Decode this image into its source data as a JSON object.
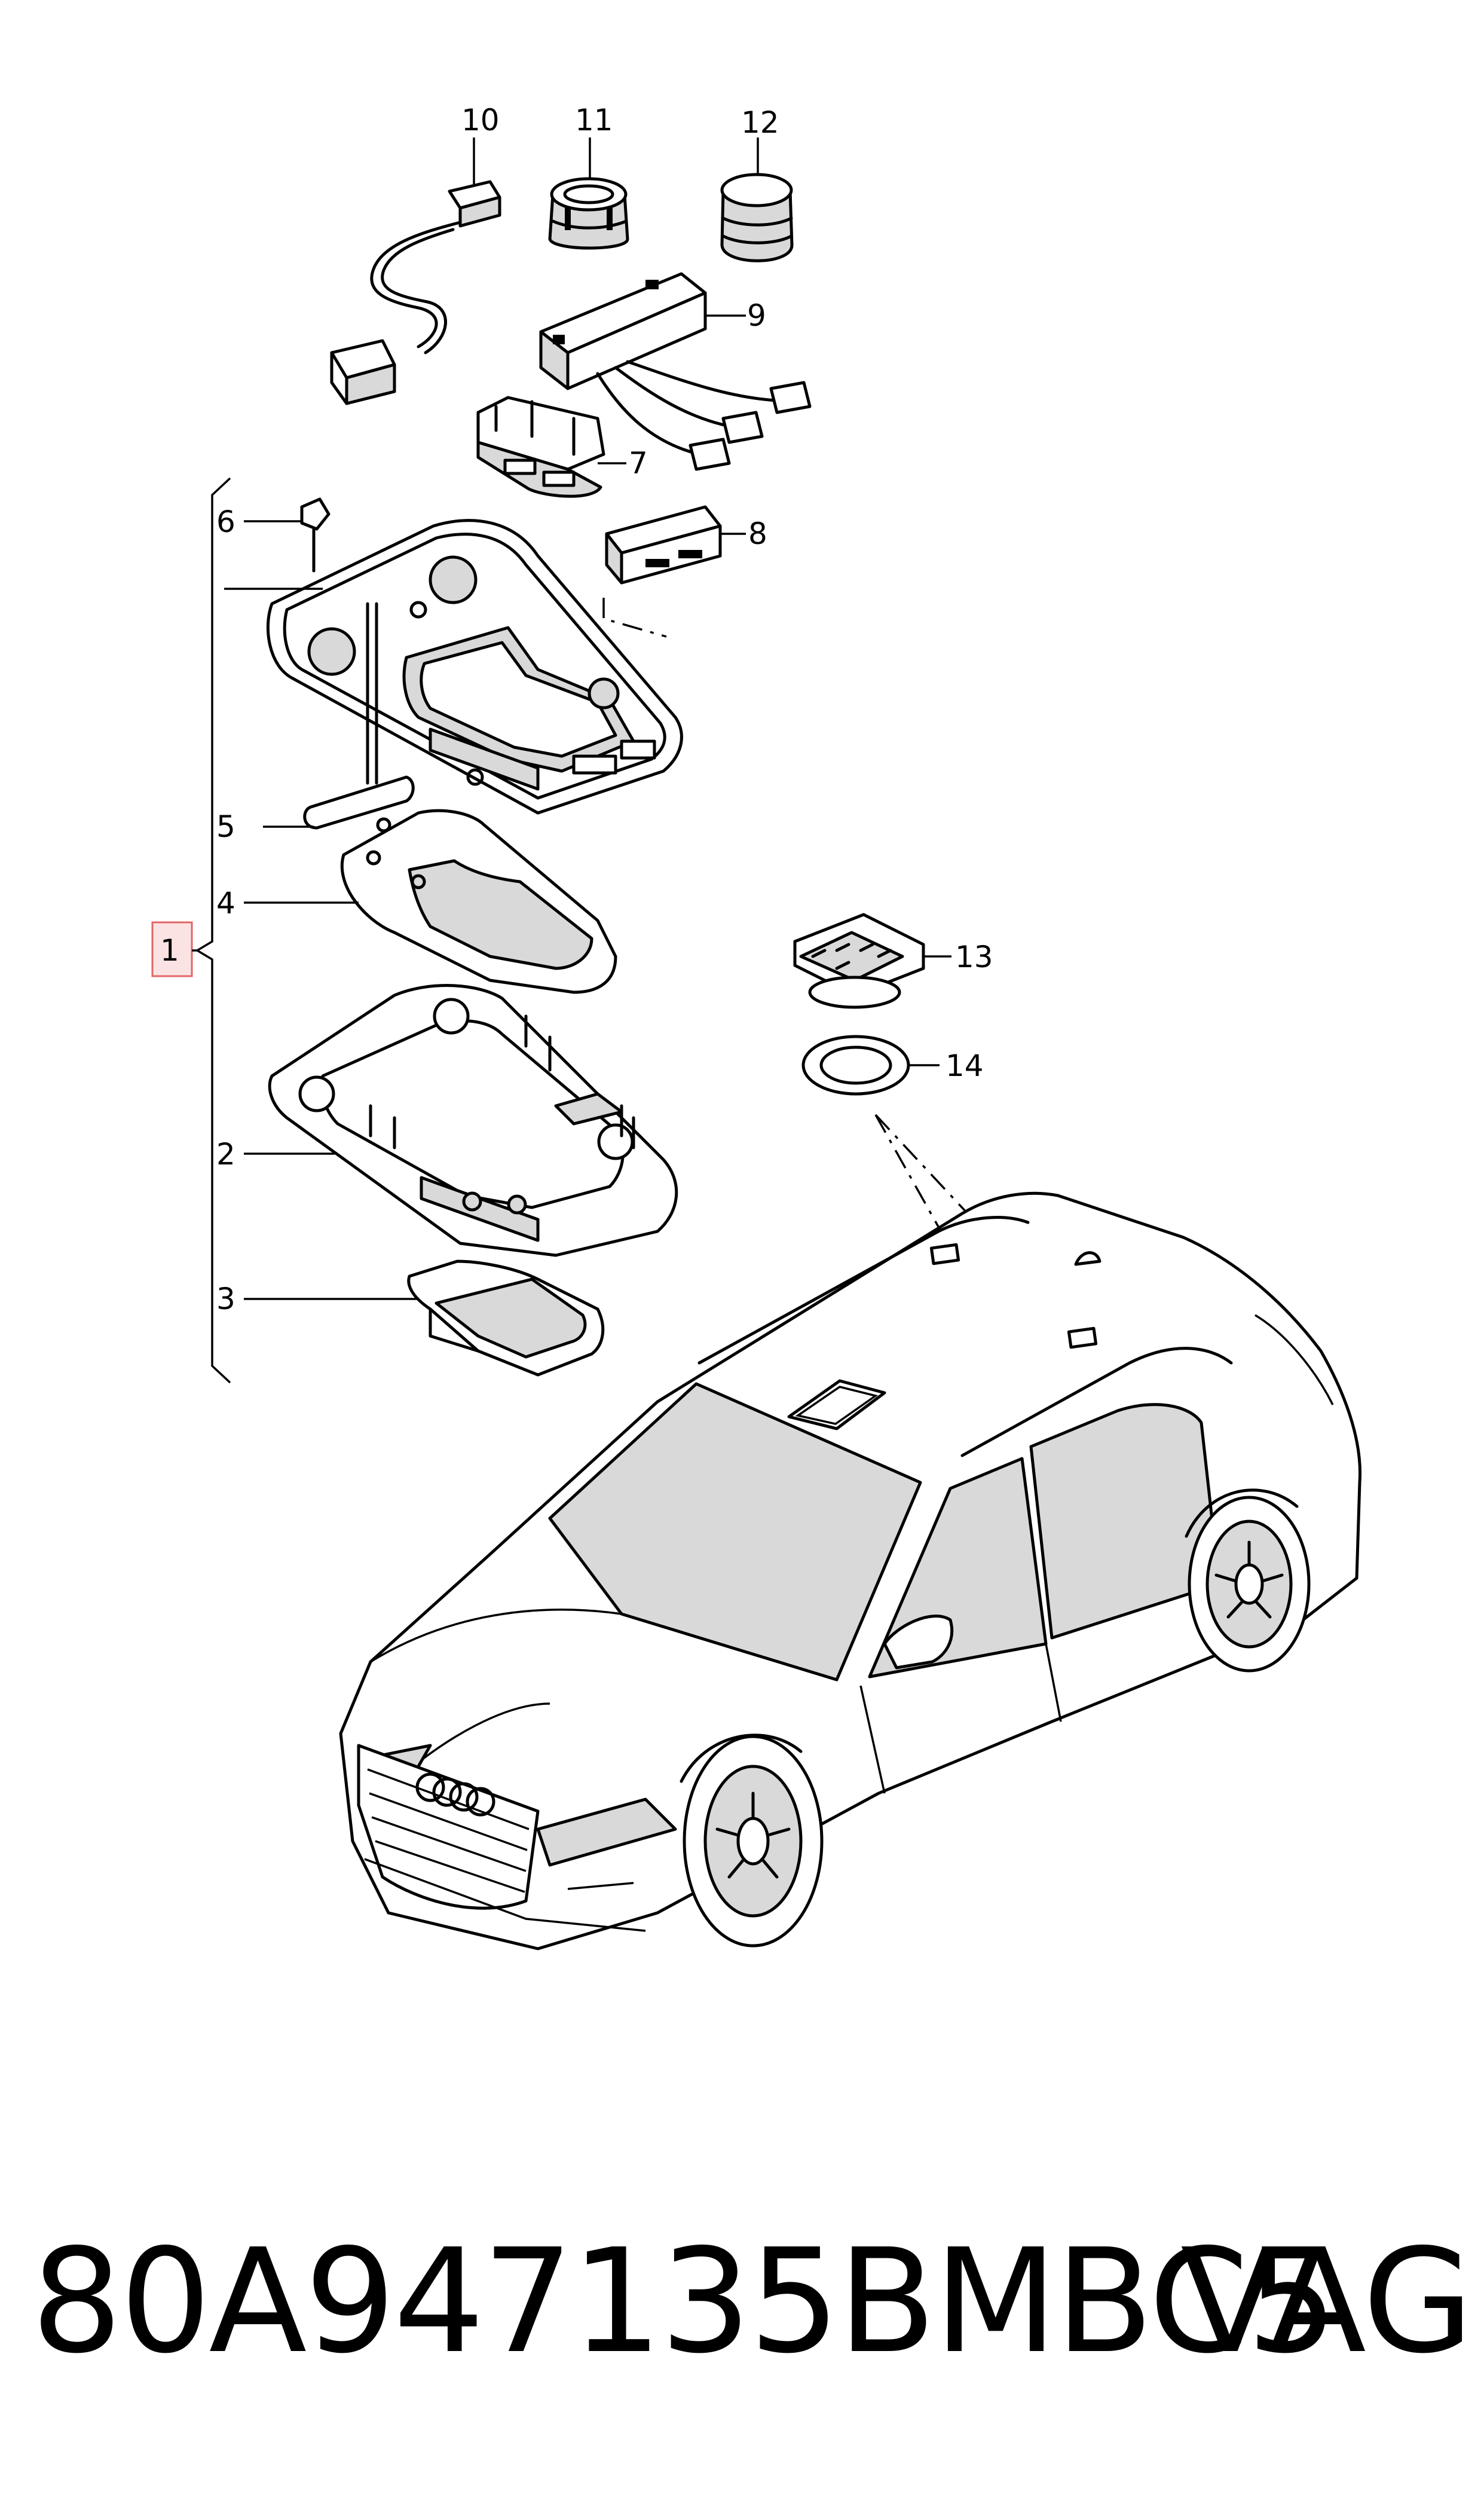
{
  "diagram": {
    "callouts": [
      {
        "id": "1",
        "label": "1"
      },
      {
        "id": "2",
        "label": "2"
      },
      {
        "id": "3",
        "label": "3"
      },
      {
        "id": "4",
        "label": "4"
      },
      {
        "id": "5",
        "label": "5"
      },
      {
        "id": "6",
        "label": "6"
      },
      {
        "id": "7",
        "label": "7"
      },
      {
        "id": "8",
        "label": "8"
      },
      {
        "id": "9",
        "label": "9"
      },
      {
        "id": "10",
        "label": "10"
      },
      {
        "id": "11",
        "label": "11"
      },
      {
        "id": "12",
        "label": "12"
      },
      {
        "id": "13",
        "label": "13"
      },
      {
        "id": "14",
        "label": "14"
      }
    ],
    "highlighted_callout": "1",
    "highlight_color": "#e06666",
    "vehicle_logo": "four-rings"
  },
  "footer": {
    "part_number": "80A947135BMBC5",
    "brand": "VAG"
  }
}
